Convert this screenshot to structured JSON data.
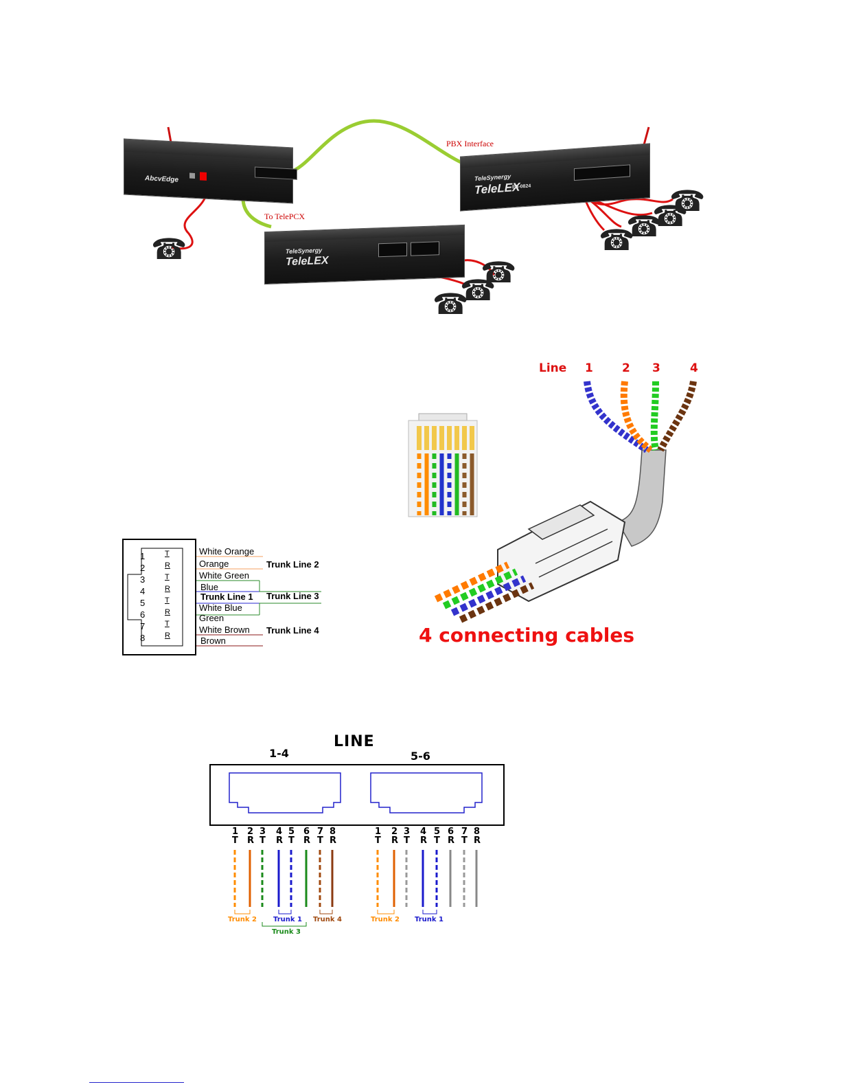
{
  "network": {
    "edge_brand": "AbcvEdge",
    "telelex_small_brand_top": "TeleSynergy",
    "telelex_small_brand": "TeleLEX",
    "telelex_large_brand_top": "TeleSynergy",
    "telelex_large_brand": "TeleLEX",
    "telelex_large_model": "ES-0824",
    "label_pbx_interface": "PBX Interface",
    "label_to_telepcx": "To TelePCX"
  },
  "pinout": {
    "pins": [
      {
        "num": "1",
        "tr": "T"
      },
      {
        "num": "2",
        "tr": "R"
      },
      {
        "num": "3",
        "tr": "T"
      },
      {
        "num": "4",
        "tr": "R"
      },
      {
        "num": "5",
        "tr": "T"
      },
      {
        "num": "6",
        "tr": "R"
      },
      {
        "num": "7",
        "tr": "T"
      },
      {
        "num": "8",
        "tr": "R"
      }
    ],
    "wires": [
      "White Orange",
      "Orange",
      "White Green",
      "Blue",
      "Trunk Line 1",
      "White Blue",
      "Green",
      "White Brown",
      "Brown"
    ],
    "trunk_line_2": "Trunk Line 2",
    "trunk_line_3": "Trunk Line 3",
    "trunk_line_4": "Trunk Line 4"
  },
  "cable": {
    "line_label": "Line",
    "line_numbers": [
      "1",
      "2",
      "3",
      "4"
    ],
    "caption": "4 connecting cables",
    "colors": {
      "line1": "#3333cc",
      "line2": "#ff7a00",
      "line3": "#22cc22",
      "line4": "#6b3410"
    }
  },
  "line_panel": {
    "title": "LINE",
    "port1_label": "1-4",
    "port2_label": "5-6",
    "pin_numbers": [
      "1",
      "2",
      "3",
      "4",
      "5",
      "6",
      "7",
      "8"
    ],
    "pin_tr": [
      "T",
      "R",
      "T",
      "R",
      "T",
      "R",
      "T",
      "R"
    ],
    "port1_trunks": [
      "Trunk 2",
      "Trunk 1",
      "Trunk 4",
      "Trunk 3"
    ],
    "port2_trunks": [
      "Trunk 2",
      "Trunk 1"
    ]
  }
}
